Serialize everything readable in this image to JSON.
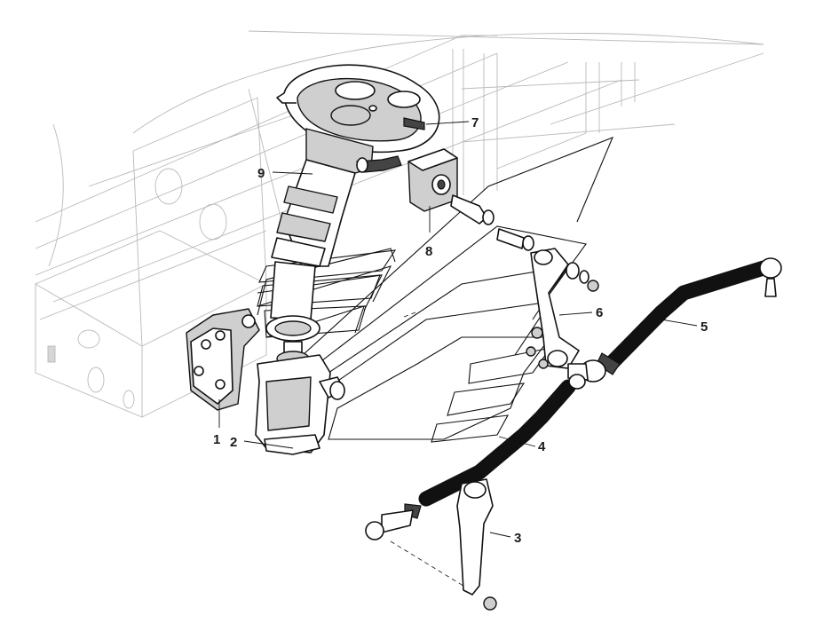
{
  "callouts": [
    {
      "id": "1",
      "label": "1"
    },
    {
      "id": "2",
      "label": "2"
    },
    {
      "id": "3",
      "label": "3"
    },
    {
      "id": "4",
      "label": "4"
    },
    {
      "id": "5",
      "label": "5"
    },
    {
      "id": "6",
      "label": "6"
    },
    {
      "id": "7",
      "label": "7"
    },
    {
      "id": "8",
      "label": "8"
    },
    {
      "id": "9",
      "label": "9"
    }
  ],
  "colors": {
    "line": "#111111",
    "ghost_line": "#b9b9b9",
    "shade": "#cfcfcf",
    "background": "#ffffff"
  }
}
